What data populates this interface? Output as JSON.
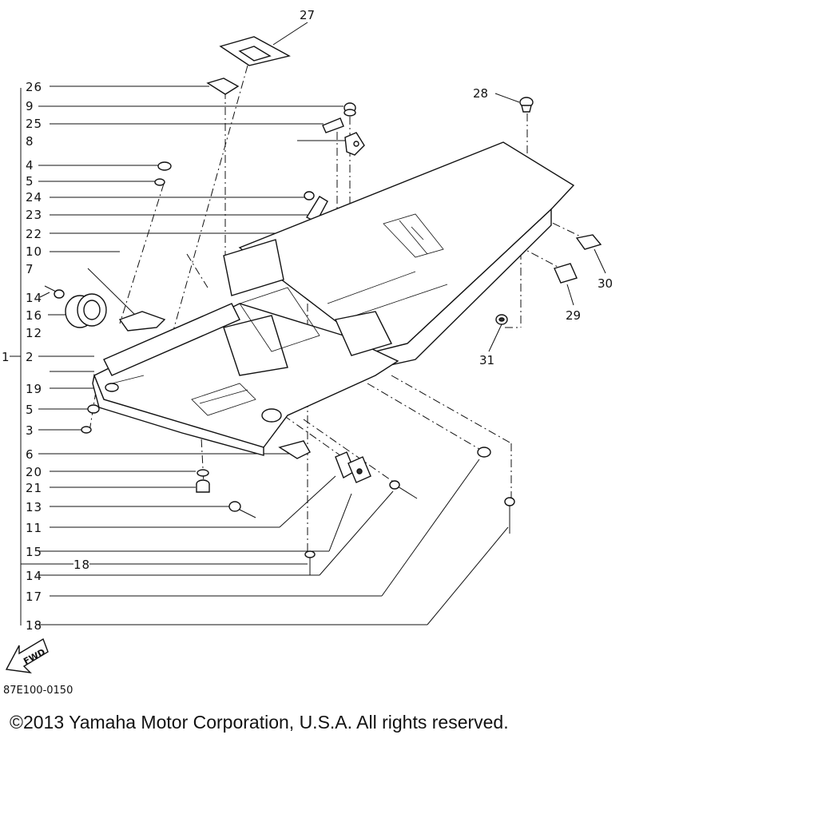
{
  "diagram": {
    "left_labels": [
      "26",
      "9",
      "25",
      "8",
      "4",
      "5",
      "24",
      "23",
      "22",
      "10",
      "7",
      "14",
      "16",
      "12",
      "2",
      "19",
      "5",
      "3",
      "6",
      "20",
      "21",
      "13",
      "11",
      "15",
      "18",
      "14",
      "17",
      "18"
    ],
    "bracket_label": "1",
    "top_labels": [
      "27",
      "28",
      "30",
      "29",
      "31"
    ],
    "fwd_label": "FWD",
    "drawing_code": "87E100-0150",
    "copyright": "©2013 Yamaha Motor Corporation, U.S.A. All rights reserved."
  }
}
